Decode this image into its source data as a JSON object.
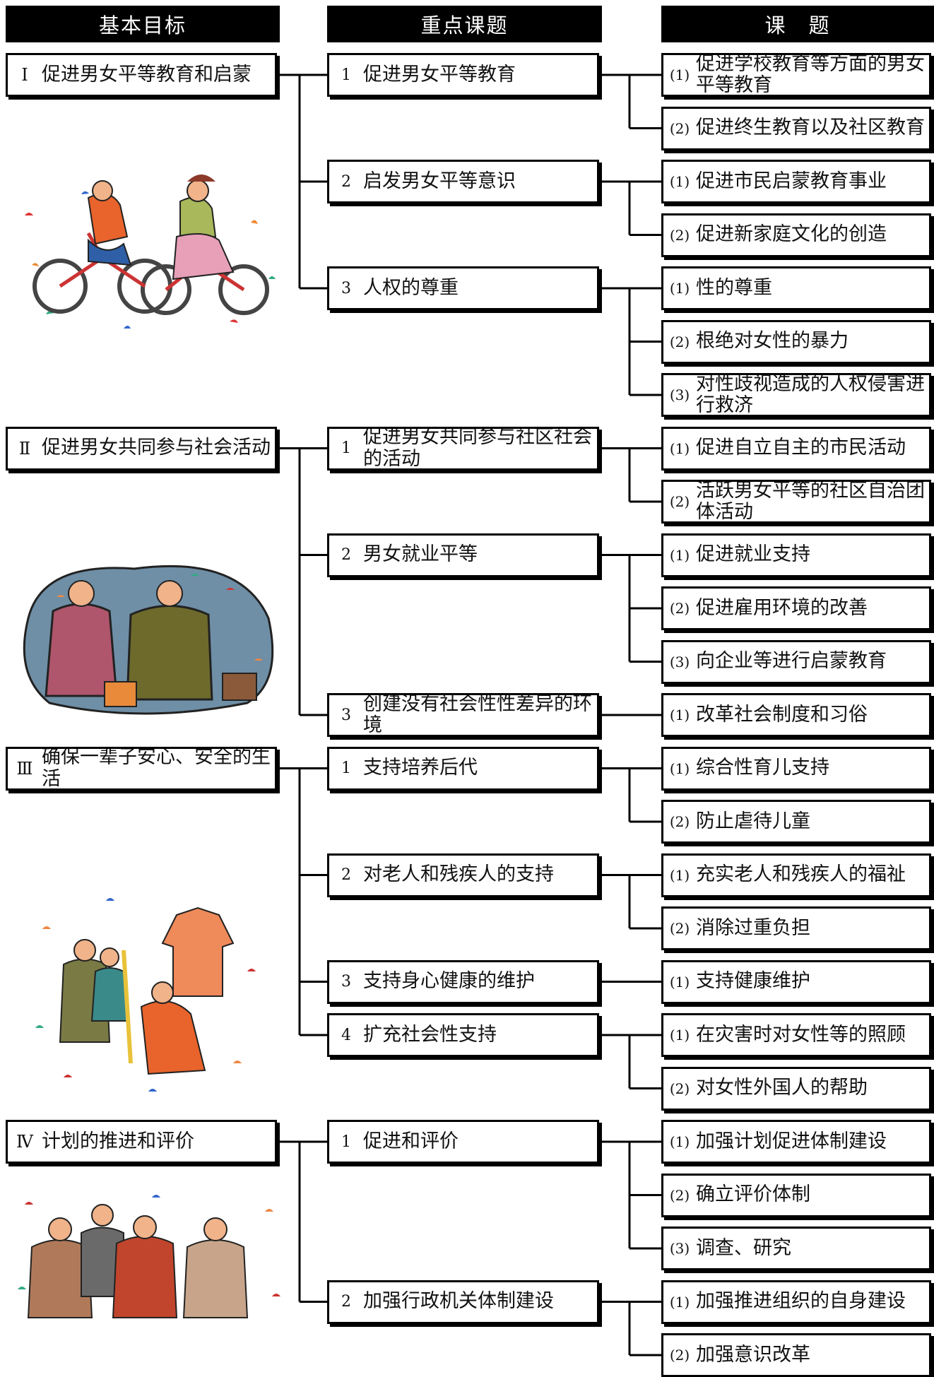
{
  "headers": {
    "goals": "基本目标",
    "areas": "重点课题",
    "items": "课　题"
  },
  "goals": [
    {
      "numeral": "Ⅰ",
      "label": "促进男女平等教育和启蒙",
      "areas": [
        {
          "num": "1",
          "label": "促进男女平等教育",
          "items": [
            {
              "num": "(1)",
              "label": "促进学校教育等方面的男女平等教育"
            },
            {
              "num": "(2)",
              "label": "促进终生教育以及社区教育"
            }
          ]
        },
        {
          "num": "2",
          "label": "启发男女平等意识",
          "items": [
            {
              "num": "(1)",
              "label": "促进市民启蒙教育事业"
            },
            {
              "num": "(2)",
              "label": "促进新家庭文化的创造"
            }
          ]
        },
        {
          "num": "3",
          "label": "人权的尊重",
          "items": [
            {
              "num": "(1)",
              "label": "性的尊重"
            },
            {
              "num": "(2)",
              "label": "根绝对女性的暴力"
            },
            {
              "num": "(3)",
              "label": "对性歧视造成的人权侵害进行救济"
            }
          ]
        }
      ]
    },
    {
      "numeral": "Ⅱ",
      "label": "促进男女共同参与社会活动",
      "areas": [
        {
          "num": "1",
          "label": "促进男女共同参与社区社会的活动",
          "items": [
            {
              "num": "(1)",
              "label": "促进自立自主的市民活动"
            },
            {
              "num": "(2)",
              "label": "活跃男女平等的社区自治团体活动"
            }
          ]
        },
        {
          "num": "2",
          "label": "男女就业平等",
          "items": [
            {
              "num": "(1)",
              "label": "促进就业支持"
            },
            {
              "num": "(2)",
              "label": "促进雇用环境的改善"
            },
            {
              "num": "(3)",
              "label": "向企业等进行启蒙教育"
            }
          ]
        },
        {
          "num": "3",
          "label": "创建没有社会性性差异的环境",
          "items": [
            {
              "num": "(1)",
              "label": "改革社会制度和习俗"
            }
          ]
        }
      ]
    },
    {
      "numeral": "Ⅲ",
      "label": "确保一辈子安心、安全的生活",
      "areas": [
        {
          "num": "1",
          "label": "支持培养后代",
          "items": [
            {
              "num": "(1)",
              "label": "综合性育儿支持"
            },
            {
              "num": "(2)",
              "label": "防止虐待儿童"
            }
          ]
        },
        {
          "num": "2",
          "label": "对老人和残疾人的支持",
          "items": [
            {
              "num": "(1)",
              "label": "充实老人和残疾人的福祉"
            },
            {
              "num": "(2)",
              "label": "消除过重负担"
            }
          ]
        },
        {
          "num": "3",
          "label": "支持身心健康的维护",
          "items": [
            {
              "num": "(1)",
              "label": "支持健康维护"
            }
          ]
        },
        {
          "num": "4",
          "label": "扩充社会性支持",
          "items": [
            {
              "num": "(1)",
              "label": "在灾害时对女性等的照顾"
            },
            {
              "num": "(2)",
              "label": "对女性外国人的帮助"
            }
          ]
        }
      ]
    },
    {
      "numeral": "Ⅳ",
      "label": "计划的推进和评价",
      "areas": [
        {
          "num": "1",
          "label": "促进和评价",
          "items": [
            {
              "num": "(1)",
              "label": "加强计划促进体制建设"
            },
            {
              "num": "(2)",
              "label": "确立评价体制"
            },
            {
              "num": "(3)",
              "label": "调查、研究"
            }
          ]
        },
        {
          "num": "2",
          "label": "加强行政机关体制建设",
          "items": [
            {
              "num": "(1)",
              "label": "加强推进组织的自身建设"
            },
            {
              "num": "(2)",
              "label": "加强意识改革"
            }
          ]
        }
      ]
    }
  ],
  "illustrations": [
    "cyclists-illustration",
    "handshake-illustration",
    "tailor-illustration",
    "group-illustration"
  ],
  "colors": {
    "line": "#000000",
    "header_bg": "#000000",
    "header_text": "#ffffff"
  }
}
